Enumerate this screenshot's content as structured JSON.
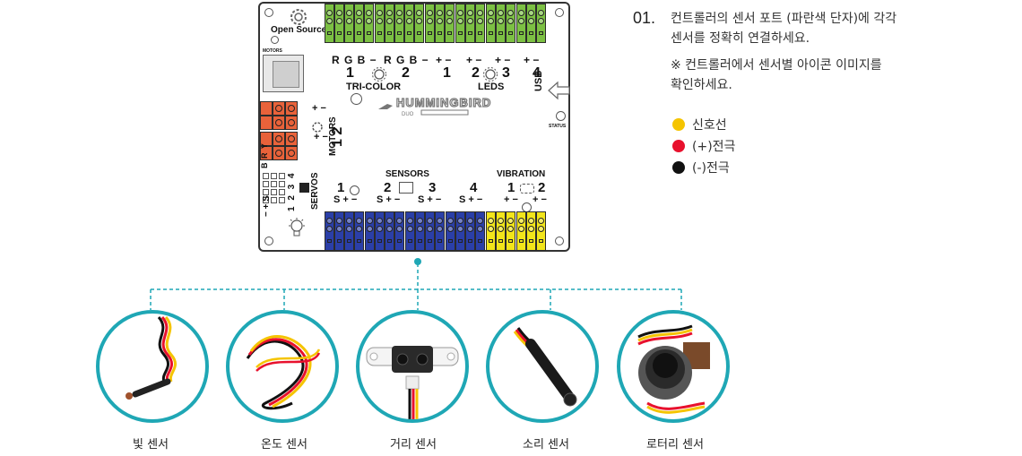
{
  "colors": {
    "teal": "#1fa7b5",
    "green_terminal": "#7cc043",
    "orange_terminal": "#e8623a",
    "blue_terminal": "#2b3fa8",
    "yellow_terminal": "#f2e51a",
    "wire_yellow": "#f5c400",
    "wire_red": "#e8112d",
    "wire_black": "#111111"
  },
  "board": {
    "open_source": "Open Source",
    "motors_small": "MOTORS",
    "rgb1": "R G B −",
    "rgb2": "R G B −",
    "pm1": "+ −",
    "pm2": "+ −",
    "pm3": "+ −",
    "pm4": "+ −",
    "n1": "1",
    "n2": "2",
    "n3": "1",
    "n4": "2",
    "n5": "3",
    "n6": "4",
    "tricolor": "TRI-COLOR",
    "leds": "LEDS",
    "usb": "USB",
    "status": "STATUS",
    "brand": "HUMMINGBIRD",
    "brand_sub": "DUO",
    "motors": "MOTORS",
    "motor_12": "1  2",
    "motor_pm": "+ −",
    "sensors": "SENSORS",
    "vibration": "VIBRATION",
    "s1_num": "1",
    "s2_num": "2",
    "s3_num": "3",
    "s4_num": "4",
    "v1_num": "1",
    "v2_num": "2",
    "s1_pins": "S + −",
    "s2_pins": "S + −",
    "s3_pins": "S + −",
    "s4_pins": "S + −",
    "v_pins1": "+ −",
    "v_pins2": "+ −",
    "servos": "SERVOS",
    "servo_nums": "1 2 3 4",
    "servo_pins": "− + S",
    "servo_letters": "B R Y"
  },
  "instruction": {
    "step": "01.",
    "line1": "컨트롤러의 센서 포트 (파란색 단자)에  각각",
    "line2": "센서를 정확히 연결하세요.",
    "note1": "※ 컨트롤러에서 센서별 아이콘 이미지를",
    "note2": "확인하세요."
  },
  "legend": [
    {
      "label": "신호선",
      "color": "#f5c400"
    },
    {
      "label": "(+)전극",
      "color": "#e8112d"
    },
    {
      "label": "(-)전극",
      "color": "#111111"
    }
  ],
  "sensors": [
    {
      "label": "빛 센서",
      "icon": "light-sensor-icon"
    },
    {
      "label": "온도 센서",
      "icon": "temperature-sensor-icon"
    },
    {
      "label": "거리 센서",
      "icon": "distance-sensor-icon"
    },
    {
      "label": "소리 센서",
      "icon": "sound-sensor-icon"
    },
    {
      "label": "로터리 센서",
      "icon": "rotary-sensor-icon"
    }
  ]
}
